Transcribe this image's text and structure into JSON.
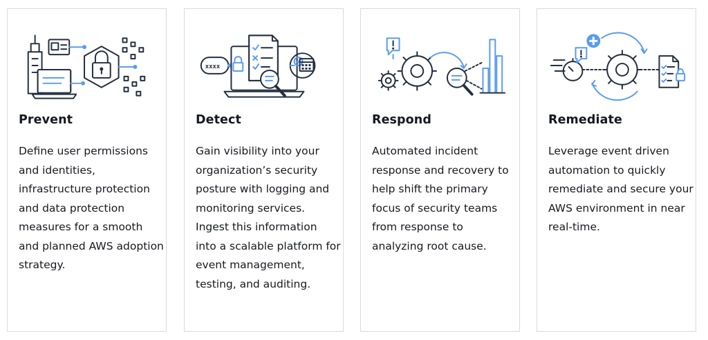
{
  "cards": [
    {
      "title": "Prevent",
      "description": "Define user permissions and identities, infrastructure protection and data protection measures for a smooth and planned AWS adoption strategy.",
      "icon": "prevent-illustration"
    },
    {
      "title": "Detect",
      "description": "Gain visibility into your organization’s security posture with logging and monitoring services. Ingest this information into a scalable platform for event management, testing, and auditing.",
      "icon": "detect-illustration"
    },
    {
      "title": "Respond",
      "description": "Automated incident response and recovery to help shift the primary focus of security teams from response to analyzing root cause.",
      "icon": "respond-illustration"
    },
    {
      "title": "Remediate",
      "description": "Leverage event driven automation to quickly remediate and secure your AWS environment in near real-time.",
      "icon": "remediate-illustration"
    }
  ],
  "colors": {
    "text": "#16191f",
    "border": "#d5dbdb",
    "icon_dark": "#232f3e",
    "icon_accent": "#5a9bf0"
  }
}
